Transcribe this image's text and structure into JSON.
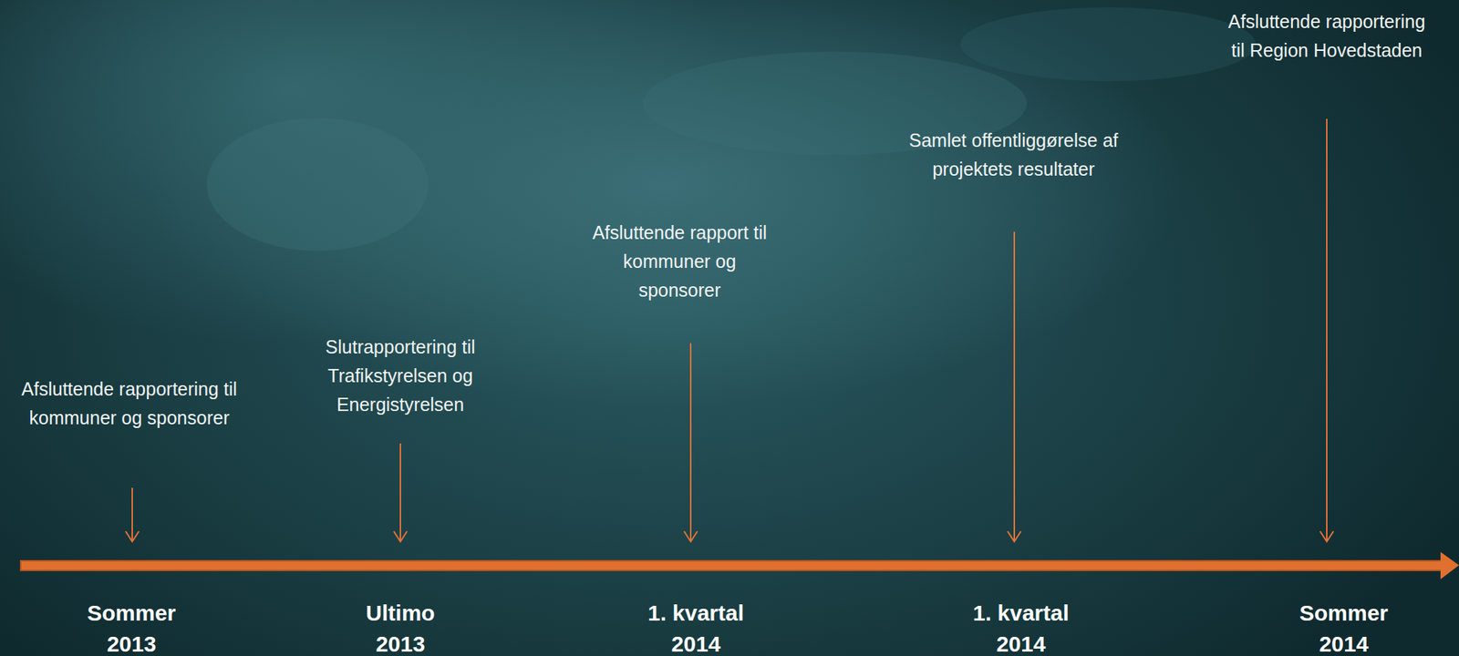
{
  "diagram": {
    "labels": [
      "Afsluttende rapportering til kommuner og sponsorer",
      "Slutrapportering til Trafikstyrelsen og Energistyrelsen",
      "Afsluttende rapport til kommuner og sponsorer",
      "Samlet offentliggørelse af projektets resultater",
      "Afsluttende rapportering til Region Hovedstaden",
      "Sommer 2013",
      "Ultimo 2013",
      "1. kvartal 2014",
      "1. kvartal 2014",
      "Sommer 2014"
    ]
  }
}
